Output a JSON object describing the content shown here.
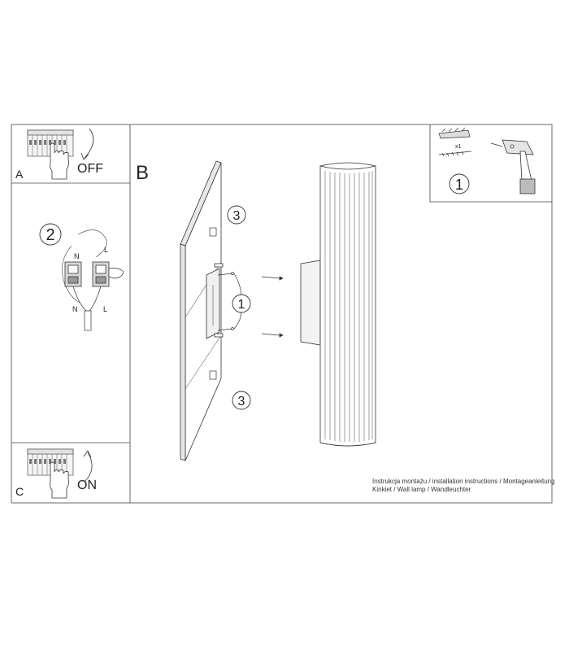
{
  "panel_a": {
    "letter": "A",
    "label": "OFF"
  },
  "panel_c": {
    "letter": "C",
    "label": "ON"
  },
  "panel_b": {
    "letter": "B"
  },
  "wiring": {
    "step": "2",
    "neutral_top": "N",
    "live_top": "L",
    "neutral_bottom": "N",
    "live_bottom": "L"
  },
  "tools": {
    "step": "1",
    "quantity": "x1"
  },
  "callouts": {
    "bracket": "1",
    "cover_top": "3",
    "cover_bottom": "3"
  },
  "footer": {
    "line1": "Instrukcja montażu / installation instructions / Montageanleitung",
    "line2": "Kinkiet / Wall lamp / Wandleuchter"
  }
}
